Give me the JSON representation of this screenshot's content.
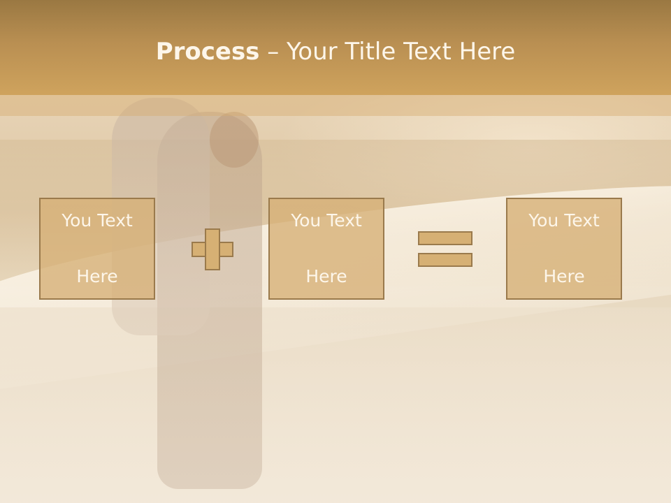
{
  "title": {
    "bold": "Process",
    "rest": " – Your Title Text Here"
  },
  "boxes": [
    {
      "line1": "You Text",
      "line2": "Here"
    },
    {
      "line1": "You Text",
      "line2": "Here"
    },
    {
      "line1": "You Text",
      "line2": "Here"
    }
  ],
  "colors": {
    "title_band": "#b98f52",
    "box_fill": "#d6b074",
    "box_border": "#9a7a4c",
    "text": "#fdf6ea"
  },
  "icons": [
    "plus-icon",
    "equals-icon"
  ]
}
